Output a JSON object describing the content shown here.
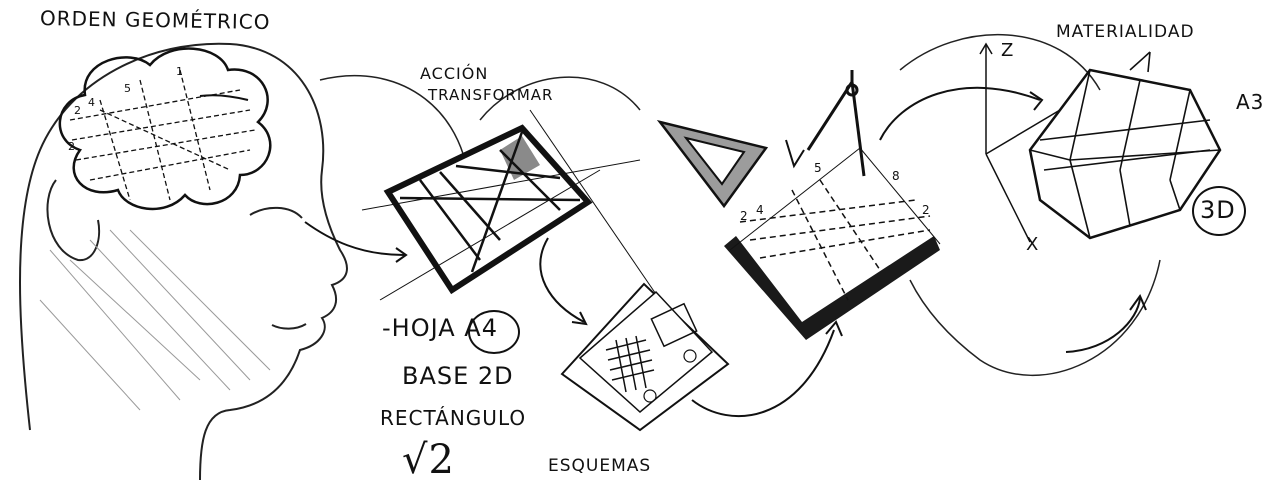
{
  "labels": {
    "title": "ORDEN GEOMÉTRICO",
    "accion": "ACCIÓN",
    "transformar": "TRANSFORMAR",
    "hoja": "-HOJA A4",
    "base": "BASE 2D",
    "rectangulo": "RECTÁNGULO",
    "sqrt": "√2",
    "esquemas": "ESQUEMAS",
    "materialidad": "MATERIALIDAD",
    "a3": "A3",
    "three_d": "3D",
    "axis_z": "Z",
    "axis_x": "X"
  },
  "grid_numbers": {
    "brain": [
      "1",
      "2",
      "4",
      "5",
      "2"
    ],
    "sheet": [
      "2",
      "4",
      "5",
      "8",
      "2"
    ]
  },
  "colors": {
    "ink": "#111111",
    "paper": "#ffffff",
    "gray": "#bdbdbd"
  }
}
